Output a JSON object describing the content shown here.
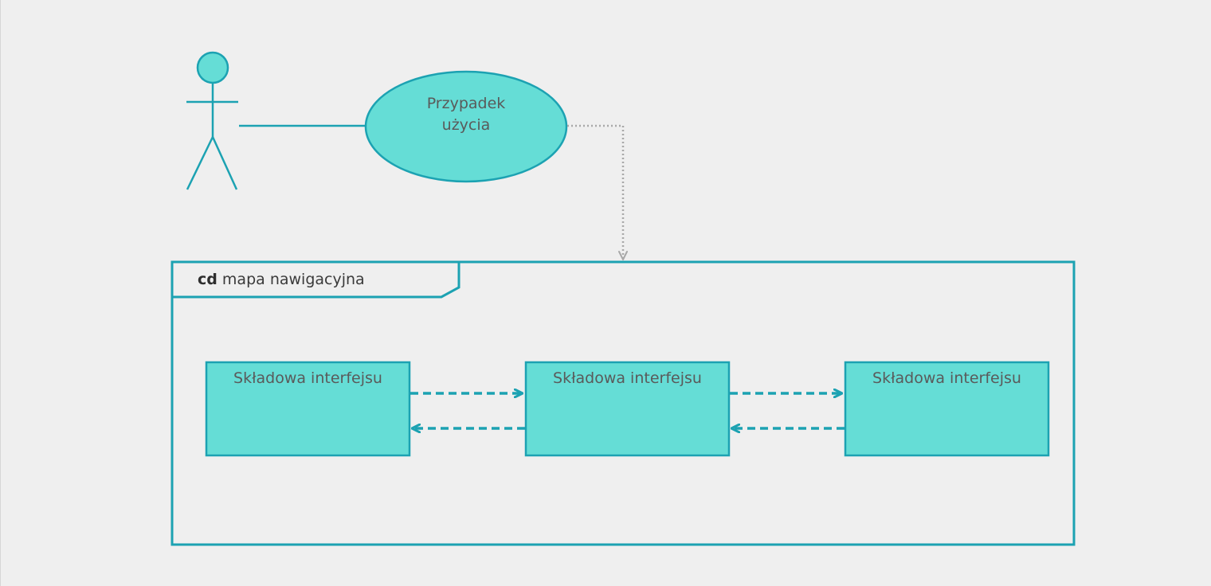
{
  "colors": {
    "background": "#efefef",
    "fill": "#65ddd6",
    "stroke": "#1ca2b2",
    "dotted": "#a8a8a8",
    "text": "#5a5a5a"
  },
  "use_case": {
    "line1": "Przypadek",
    "line2": "użycia"
  },
  "frame": {
    "keyword": "cd",
    "name": "mapa nawigacyjna"
  },
  "components": [
    {
      "label": "Składowa interfejsu"
    },
    {
      "label": "Składowa interfejsu"
    },
    {
      "label": "Składowa interfejsu"
    }
  ]
}
